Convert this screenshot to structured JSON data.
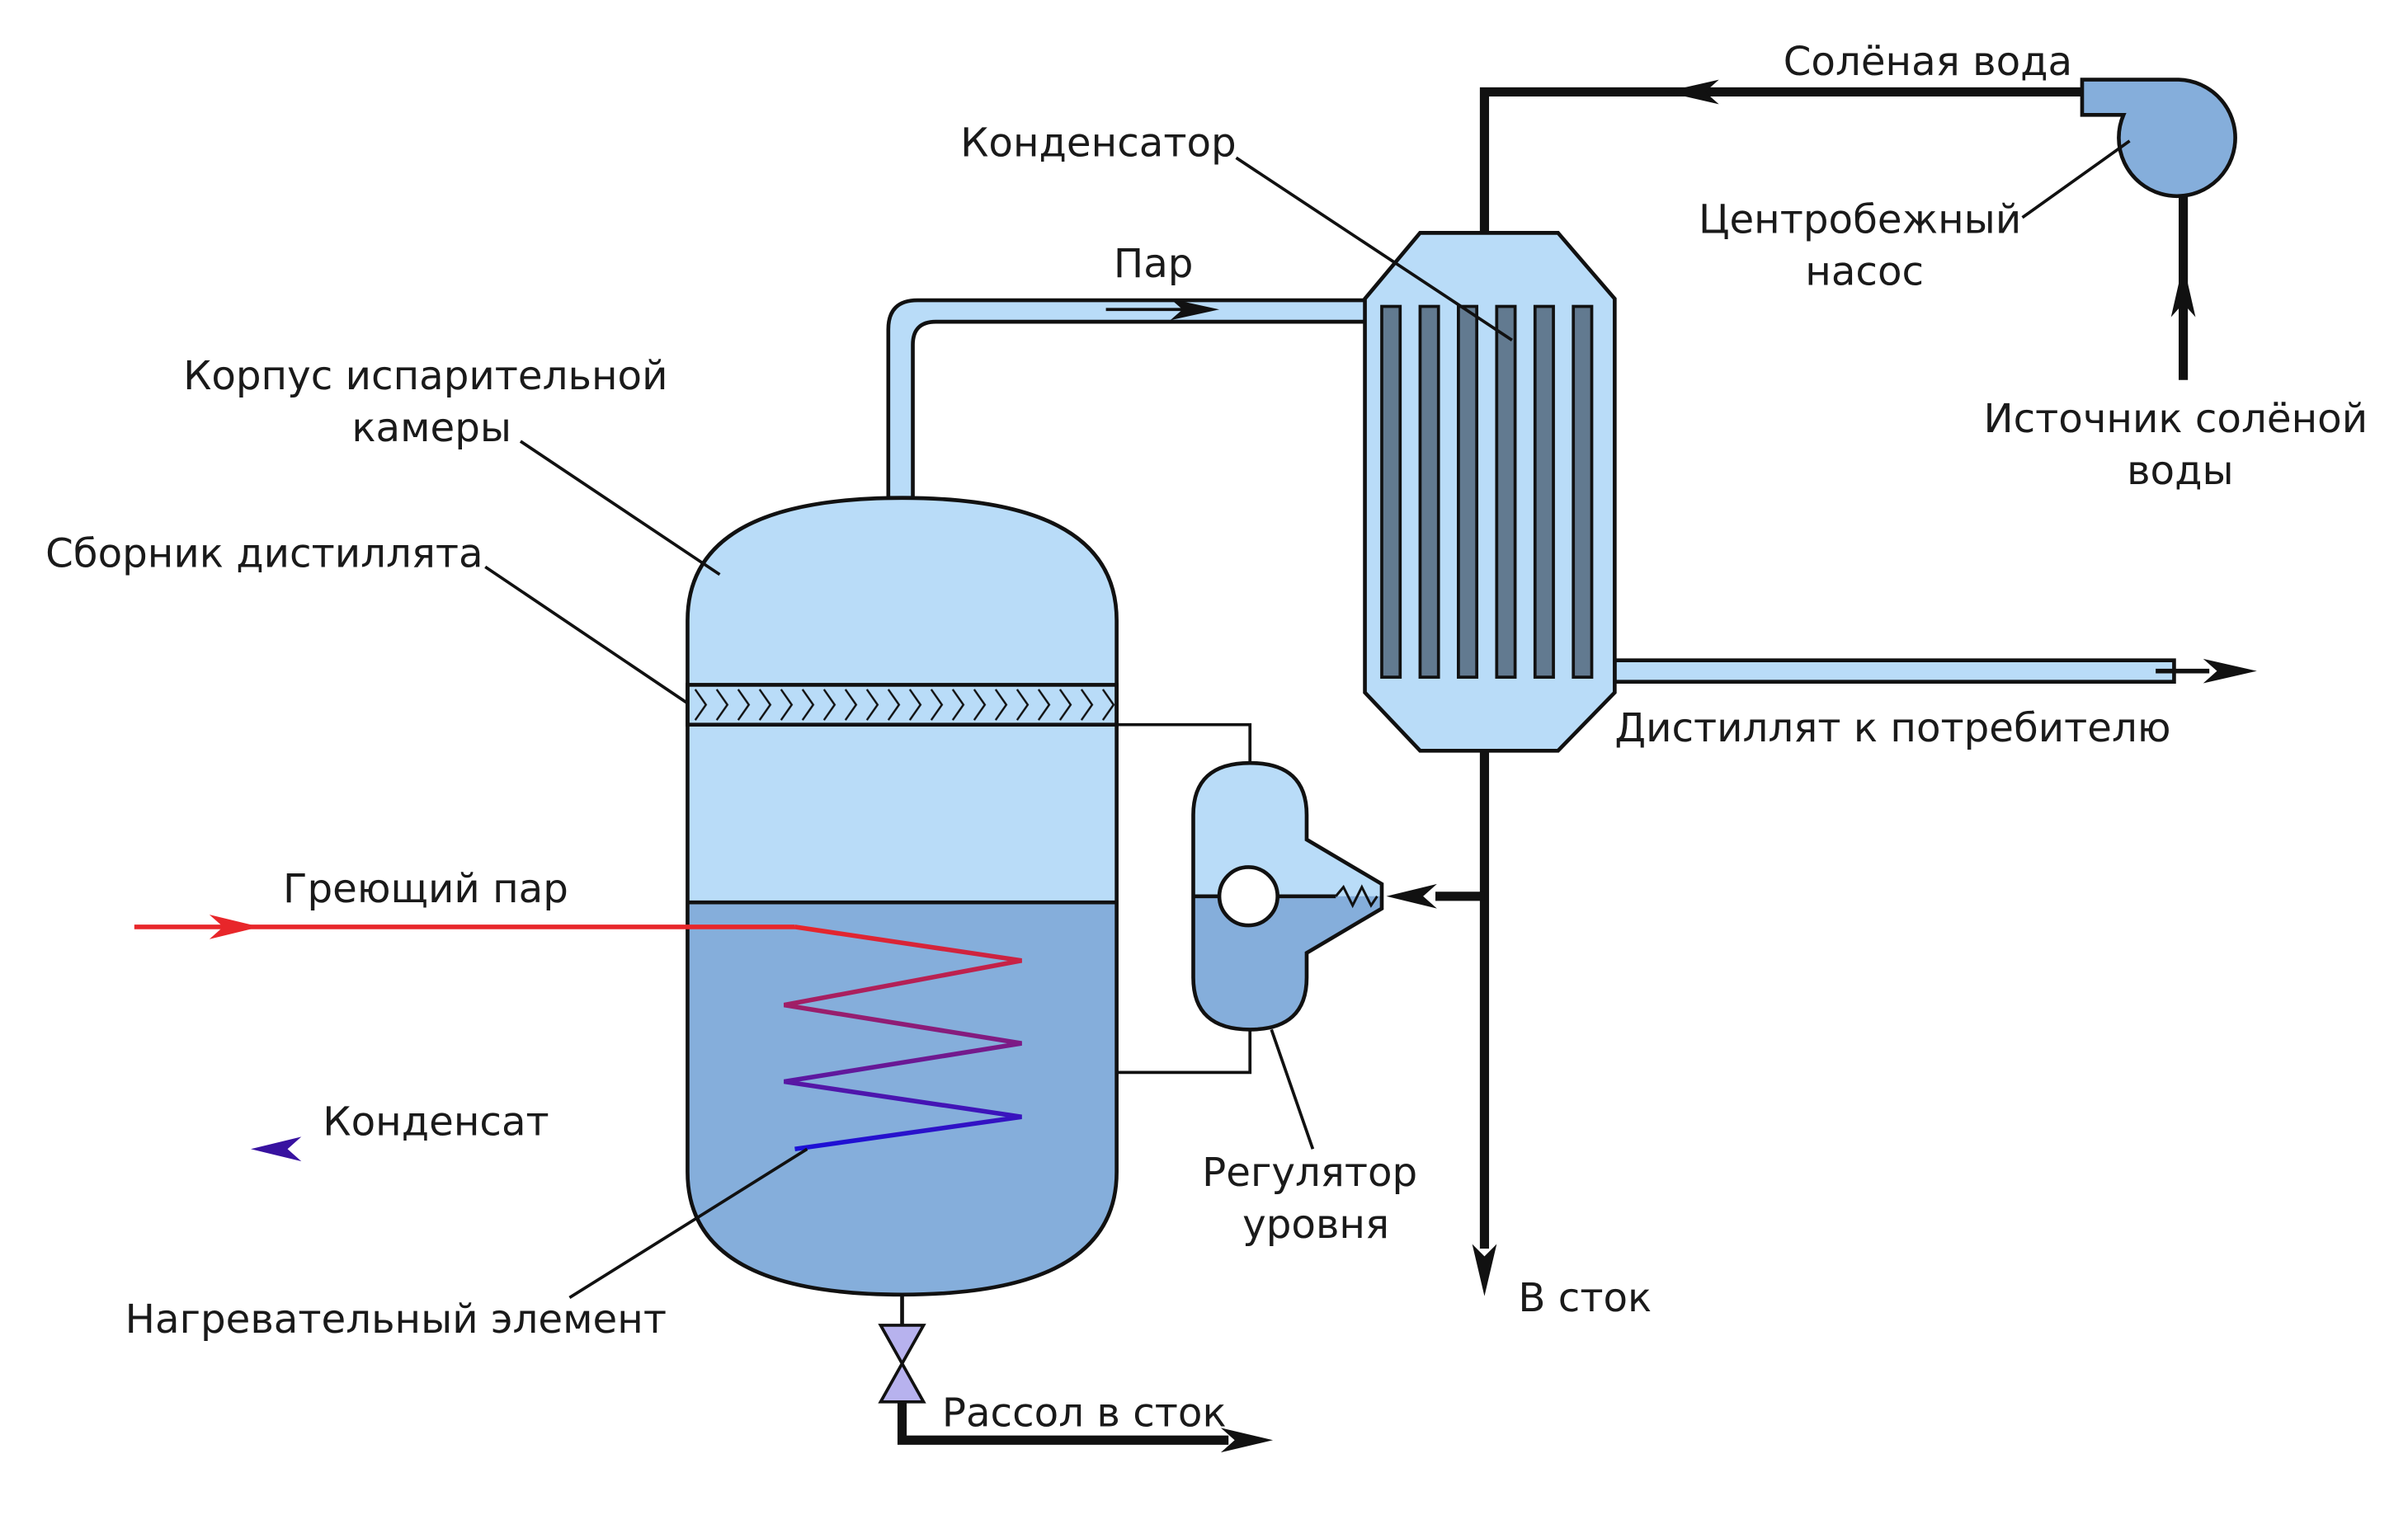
{
  "labels": {
    "condenser": "Конденсатор",
    "salt_water": "Солёная вода",
    "pump_line1": "Центробежный",
    "pump_line2": "насос",
    "source_line1": "Источник солёной",
    "source_line2": "воды",
    "steam": "Пар",
    "body_line1": "Корпус испарительной",
    "body_line2": "камеры",
    "collector": "Сборник дистиллята",
    "distillate": "Дистиллят к потребителю",
    "heating_steam": "Греющий пар",
    "condensate": "Конденсат",
    "regulator_line1": "Регулятор",
    "regulator_line2": "уровня",
    "drain": "В сток",
    "heater": "Нагревательный элемент",
    "brine": "Рассол в сток"
  },
  "colors": {
    "vapor": "#b9dcf8",
    "liquid": "#85aedb",
    "tubes": "#627a90",
    "hot": "#e8262a",
    "cold": "#1a10d8",
    "valve": "#b7b2ee",
    "outline": "#111111"
  }
}
